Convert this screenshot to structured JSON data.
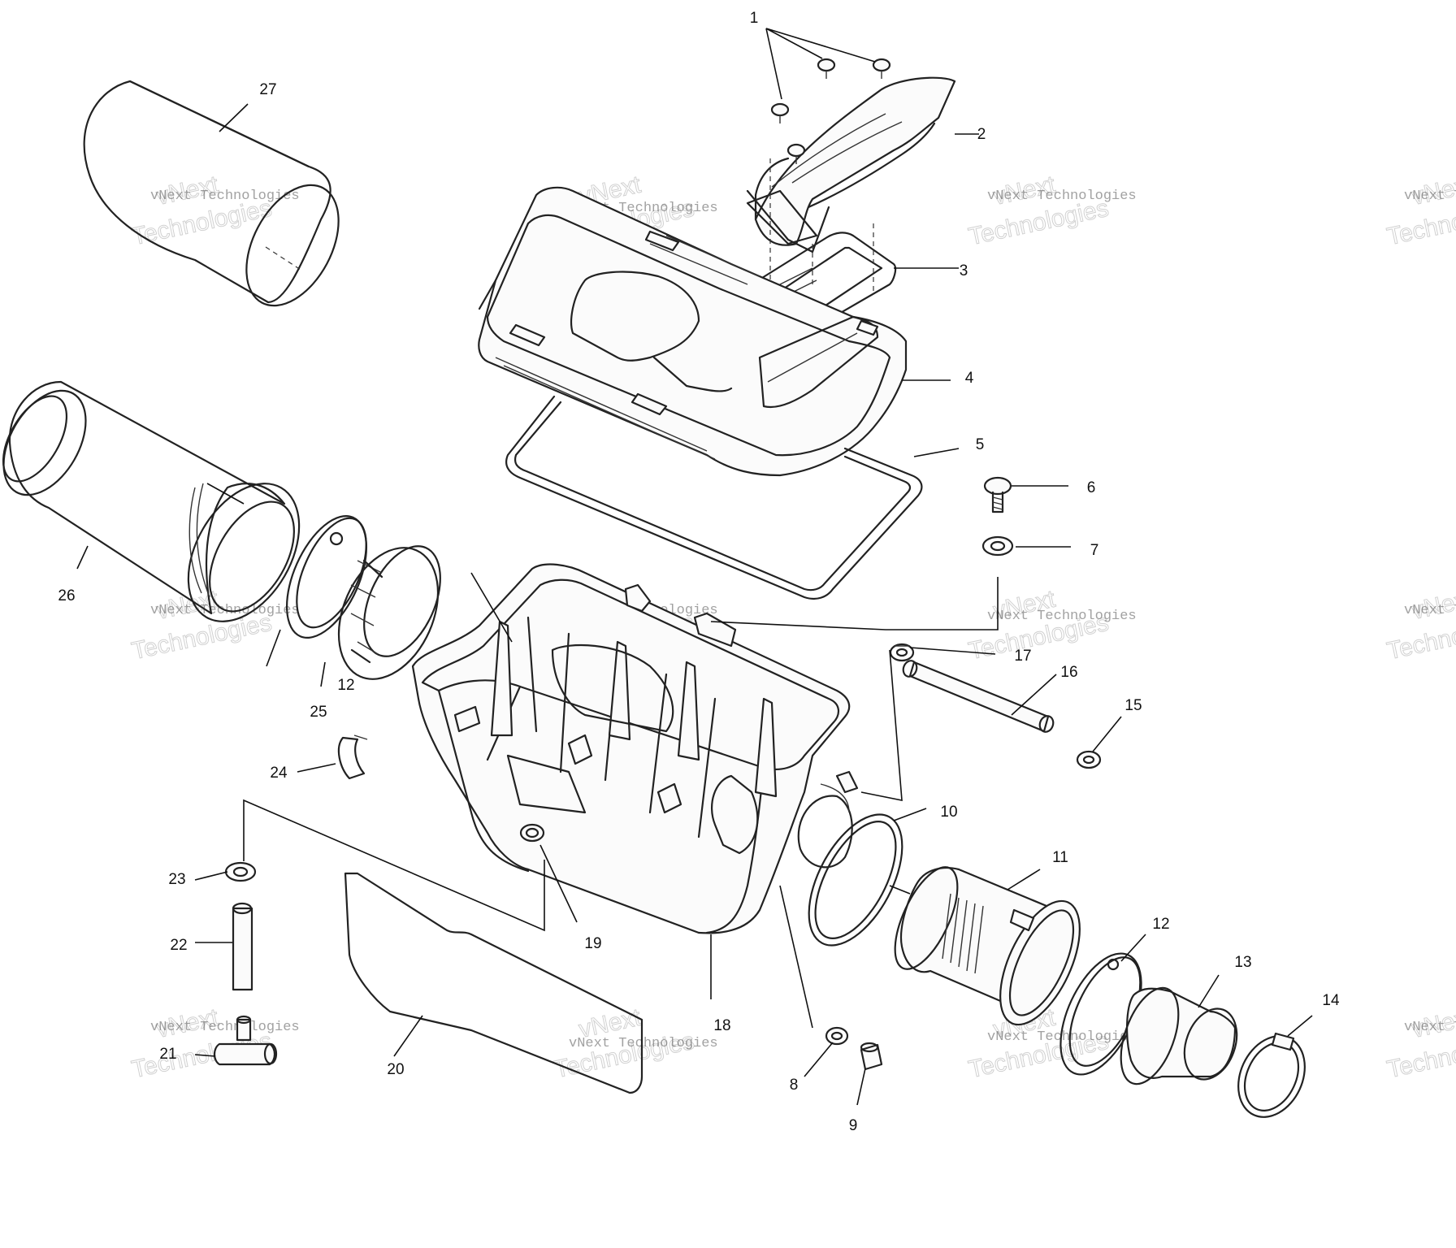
{
  "watermark": {
    "line1": "vNext Technologies",
    "line2": "vNext",
    "line3": "Technologies"
  },
  "callouts": {
    "c1": "1",
    "c2": "2",
    "c3": "3",
    "c4": "4",
    "c5": "5",
    "c6": "6",
    "c7": "7",
    "c8": "8",
    "c9": "9",
    "c10": "10",
    "c11": "11",
    "c12a": "12",
    "c12b": "12",
    "c13": "13",
    "c14": "14",
    "c15": "15",
    "c16": "16",
    "c17": "17",
    "c18": "18",
    "c19": "19",
    "c20": "20",
    "c21": "21",
    "c22": "22",
    "c23": "23",
    "c24": "24",
    "c25": "25",
    "c26": "26",
    "c27": "27"
  }
}
